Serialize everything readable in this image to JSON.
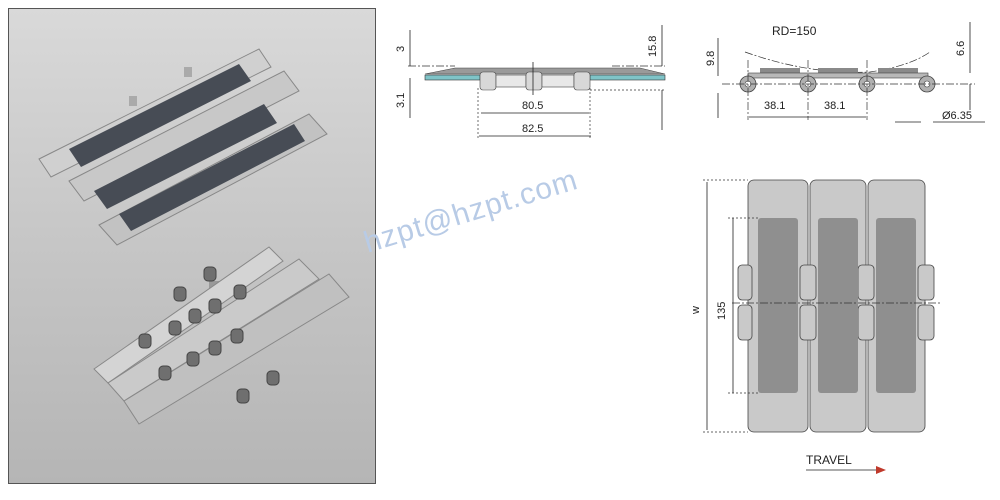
{
  "watermark": "hzpt@hzpt.com",
  "side_view": {
    "dim_top_thickness": "3",
    "dim_bottom_thickness": "3.1",
    "dim_height": "15.8",
    "dim_inner_width": "80.5",
    "dim_outer_width": "82.5"
  },
  "profile_view": {
    "backflex_radius": "RD=150",
    "dim_height": "9.8",
    "dim_pin_offset": "6.6",
    "pitch_1": "38.1",
    "pitch_2": "38.1",
    "pin_diameter": "Ø6.35"
  },
  "top_view": {
    "dim_width_label": "w",
    "dim_pad_width": "135",
    "travel_label": "TRAVEL"
  },
  "colors": {
    "plate": "#c8c8c8",
    "pad": "#4a4f57",
    "insert": "#7fc4c8",
    "watermark": "#b8cbe6"
  }
}
